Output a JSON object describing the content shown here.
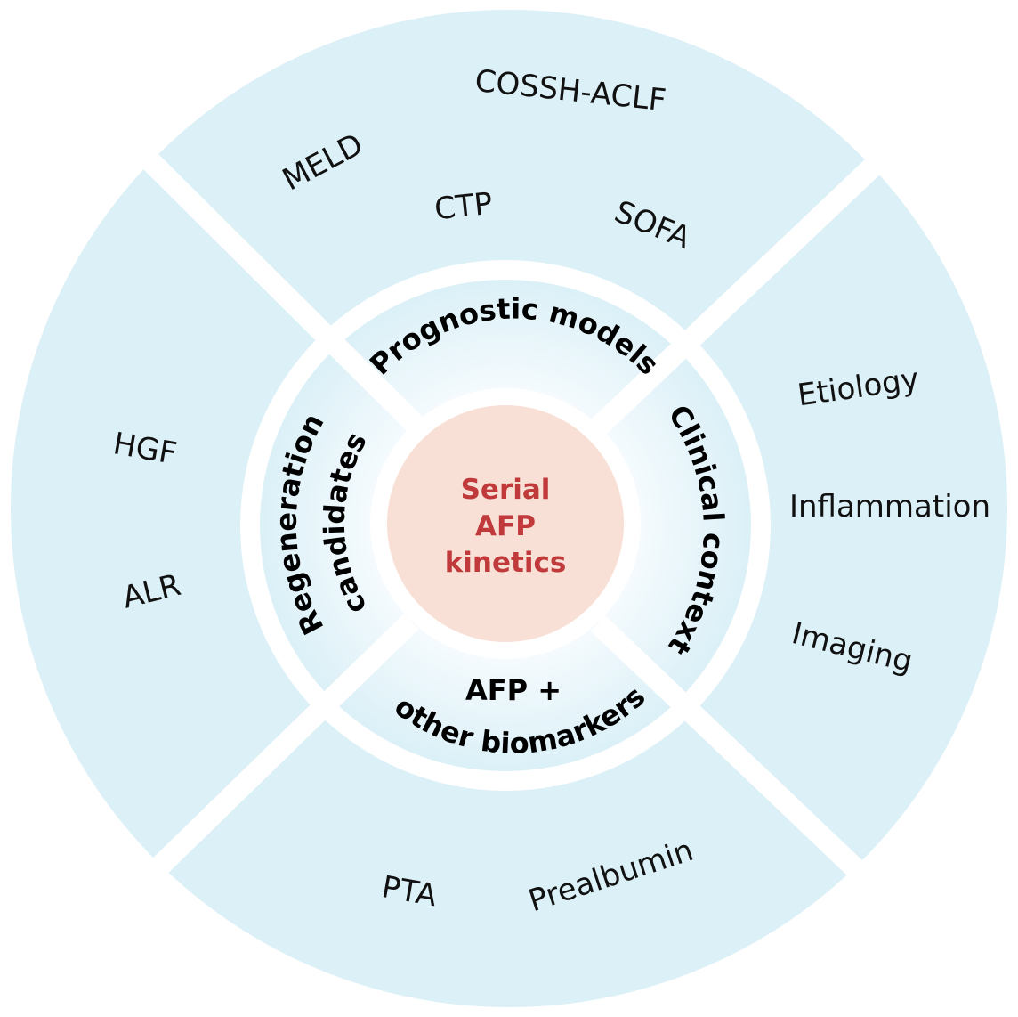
{
  "colors": {
    "outer_ring": "#dcf0f7",
    "inner_ring_edge": "#d6eef6",
    "inner_ring_center": "#f8fcfe",
    "center_fill": "#f9e0d6",
    "center_text": "#c0393b",
    "gap": "#ffffff"
  },
  "center": {
    "lines": [
      "Serial",
      "AFP",
      "kinetics"
    ]
  },
  "inner_ring": {
    "top": {
      "label": "Prognostic models"
    },
    "right": {
      "label": "Clinical context"
    },
    "bottom": {
      "line1": "AFP +",
      "line2": "other biomarkers"
    },
    "left": {
      "line1": "Regeneration",
      "line2": "candidates"
    }
  },
  "outer_ring": {
    "top": [
      "COSSH-ACLF",
      "MELD",
      "CTP",
      "SOFA"
    ],
    "right": [
      "Etiology",
      "Inflammation",
      "Imaging"
    ],
    "bottom": [
      "PTA",
      "Prealbumin"
    ],
    "left": [
      "HGF",
      "ALR"
    ]
  }
}
